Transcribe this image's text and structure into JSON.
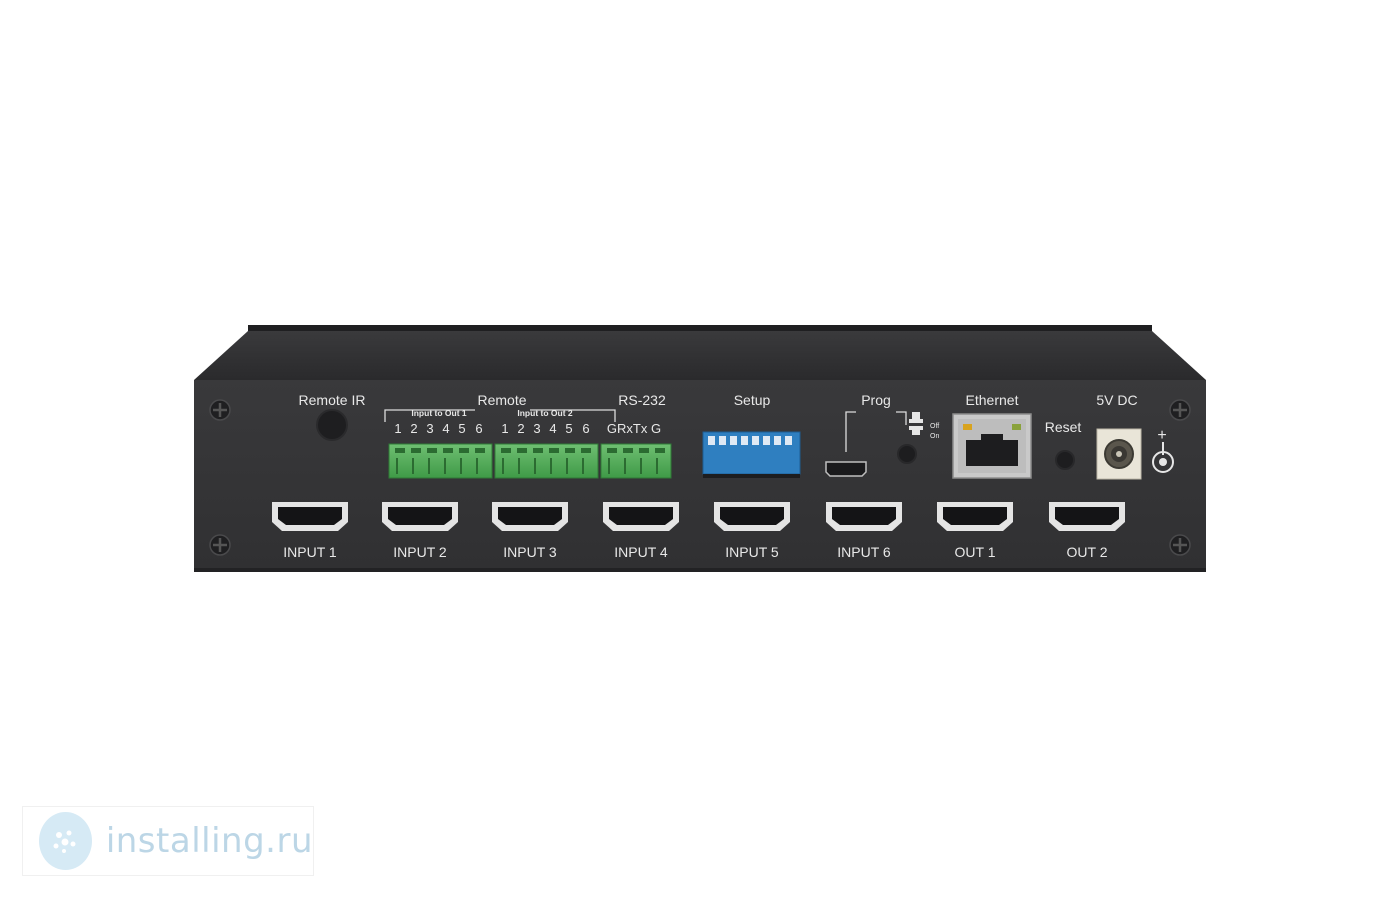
{
  "device": {
    "remote_ir": "Remote IR",
    "remote": "Remote",
    "input_to_out_1": "Input to Out 1",
    "input_to_out_2": "Input to Out 2",
    "rs232": "RS-232",
    "rs232_pins": "GRxTx G",
    "setup": "Setup",
    "prog": "Prog",
    "off": "Off",
    "on": "On",
    "ethernet": "Ethernet",
    "reset": "Reset",
    "power": "5V DC",
    "plus": "+",
    "group1_numbers": [
      "1",
      "2",
      "3",
      "4",
      "5",
      "6"
    ],
    "group2_numbers": [
      "1",
      "2",
      "3",
      "4",
      "5",
      "6"
    ],
    "ports": [
      "INPUT 1",
      "INPUT 2",
      "INPUT 3",
      "INPUT 4",
      "INPUT 5",
      "INPUT 6",
      "OUT 1",
      "OUT 2"
    ]
  },
  "watermark": {
    "text": "installing.ru"
  }
}
